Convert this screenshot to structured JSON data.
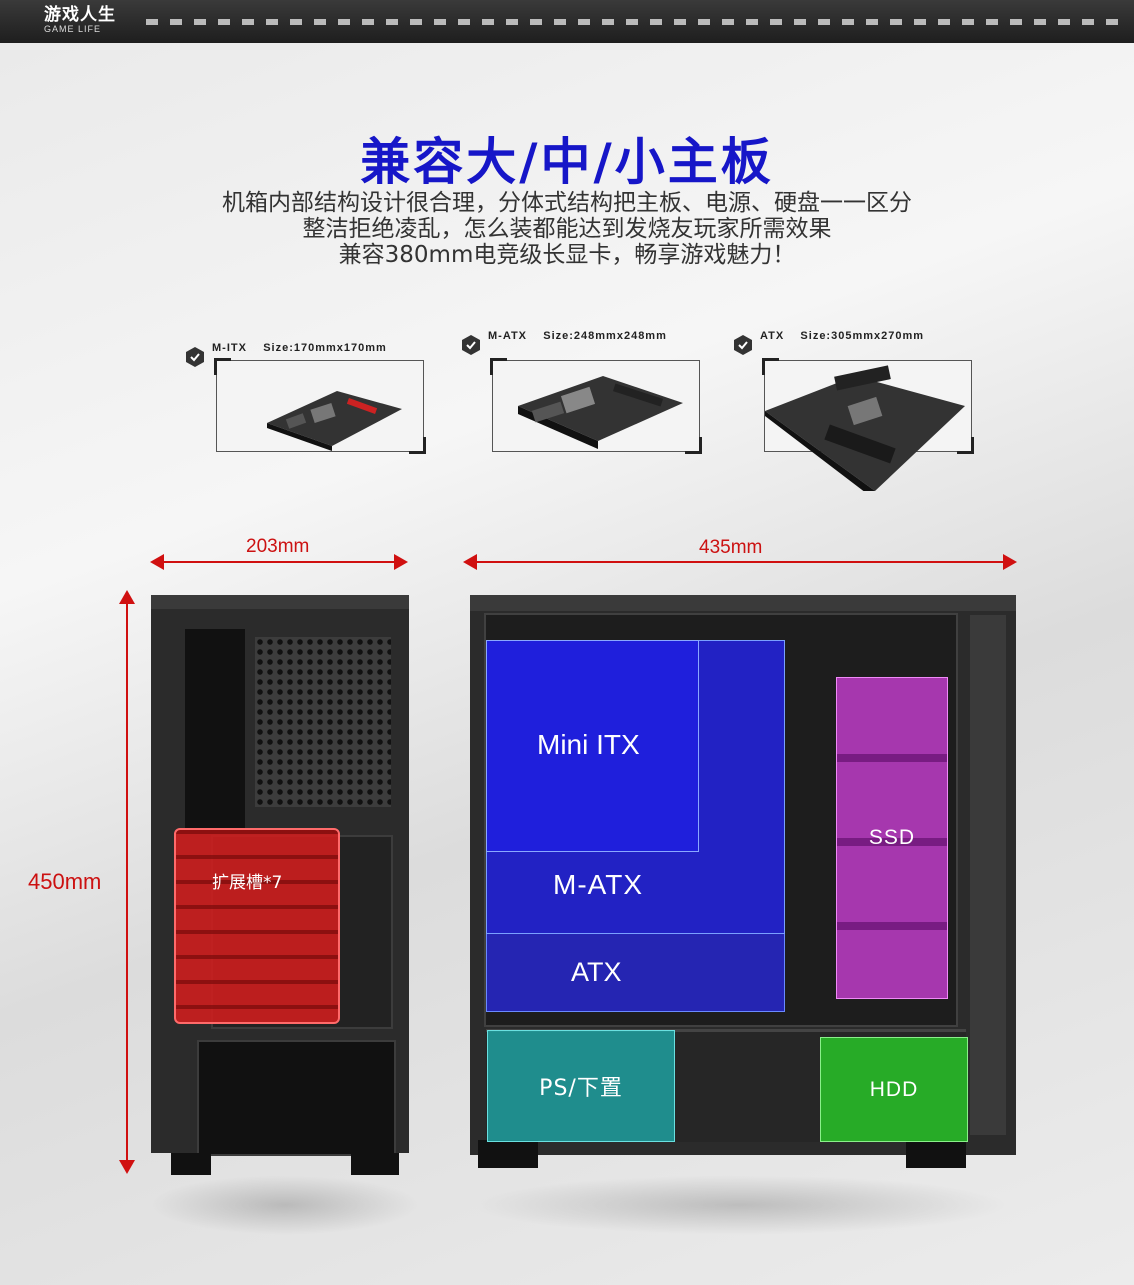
{
  "header": {
    "brand_cn": "游戏人生",
    "brand_en": "GAME LIFE"
  },
  "title": "兼容大/中/小主板",
  "description": [
    "机箱内部结构设计很合理，分体式结构把主板、电源、硬盘一一区分",
    "整洁拒绝凌乱，怎么装都能达到发烧友玩家所需效果",
    "兼容380mm电竞级长显卡，畅享游戏魅力！"
  ],
  "boards": [
    {
      "name": "M-ITX",
      "size": "Size:170mmx170mm"
    },
    {
      "name": "M-ATX",
      "size": "Size:248mmx248mm"
    },
    {
      "name": "ATX",
      "size": "Size:305mmx270mm"
    }
  ],
  "dimensions": {
    "width_front": "203mm",
    "length_side": "435mm",
    "height": "450mm"
  },
  "zones": {
    "slots": "扩展槽*7",
    "mini_itx": "Mini ITX",
    "m_atx": "M-ATX",
    "atx": "ATX",
    "ssd": "SSD",
    "psu": "PS/下置",
    "hdd": "HDD"
  },
  "colors": {
    "title": "#1616c8",
    "dimension": "#d01010",
    "motherboard": "#1a1ae0",
    "slots": "#d42020",
    "ssd": "#c040d0",
    "psu": "#20a0a0",
    "hdd": "#30c030"
  }
}
